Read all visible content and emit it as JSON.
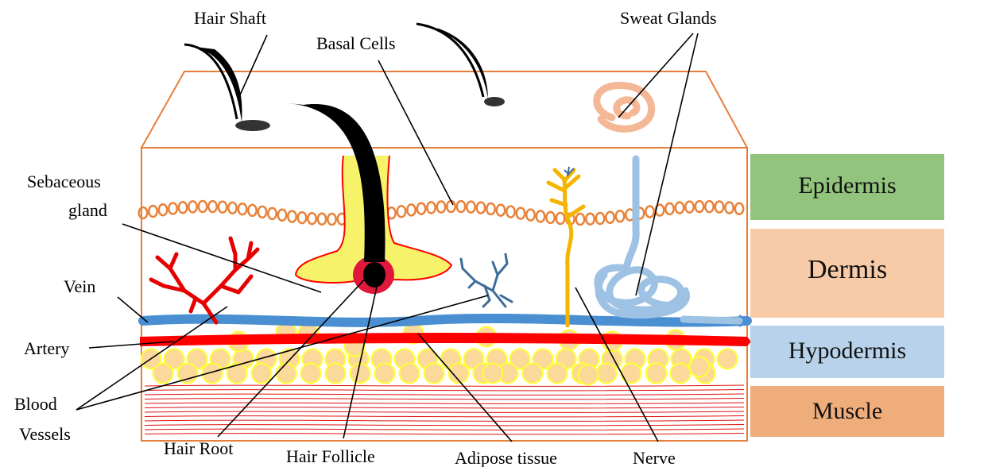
{
  "labels": {
    "hair_shaft": "Hair Shaft",
    "basal_cells": "Basal Cells",
    "sweat_glands": "Sweat Glands",
    "sebaceous_line1": "Sebaceous",
    "sebaceous_line2": "gland",
    "vein": "Vein",
    "artery": "Artery",
    "blood_line1": "Blood",
    "blood_line2": "Vessels",
    "hair_root": "Hair Root",
    "hair_follicle": "Hair Follicle",
    "adipose_tissue": "Adipose tissue",
    "nerve": "Nerve"
  },
  "legend": [
    {
      "label": "Epidermis",
      "color": "#92c47d"
    },
    {
      "label": "Dermis",
      "color": "#f7cba7"
    },
    {
      "label": "Hypodermis",
      "color": "#b7d2ea"
    },
    {
      "label": "Muscle",
      "color": "#f0ad7c"
    }
  ],
  "colors": {
    "outline": "#e67e3a",
    "basal": "#e8823a",
    "vein": "#4a8fd1",
    "artery": "#ff0000",
    "fat_fill": "#fbd99a",
    "fat_stroke": "#ffff33",
    "sebaceous_fill": "#f6f36a",
    "sebaceous_stroke": "#ff0000",
    "root": "#e0183c",
    "nerve": "#f5b400",
    "sweat": "#9ec2e4",
    "sweat_top": "#f4b896",
    "capillary": "#3d6c9a",
    "muscle": "#e01010"
  }
}
